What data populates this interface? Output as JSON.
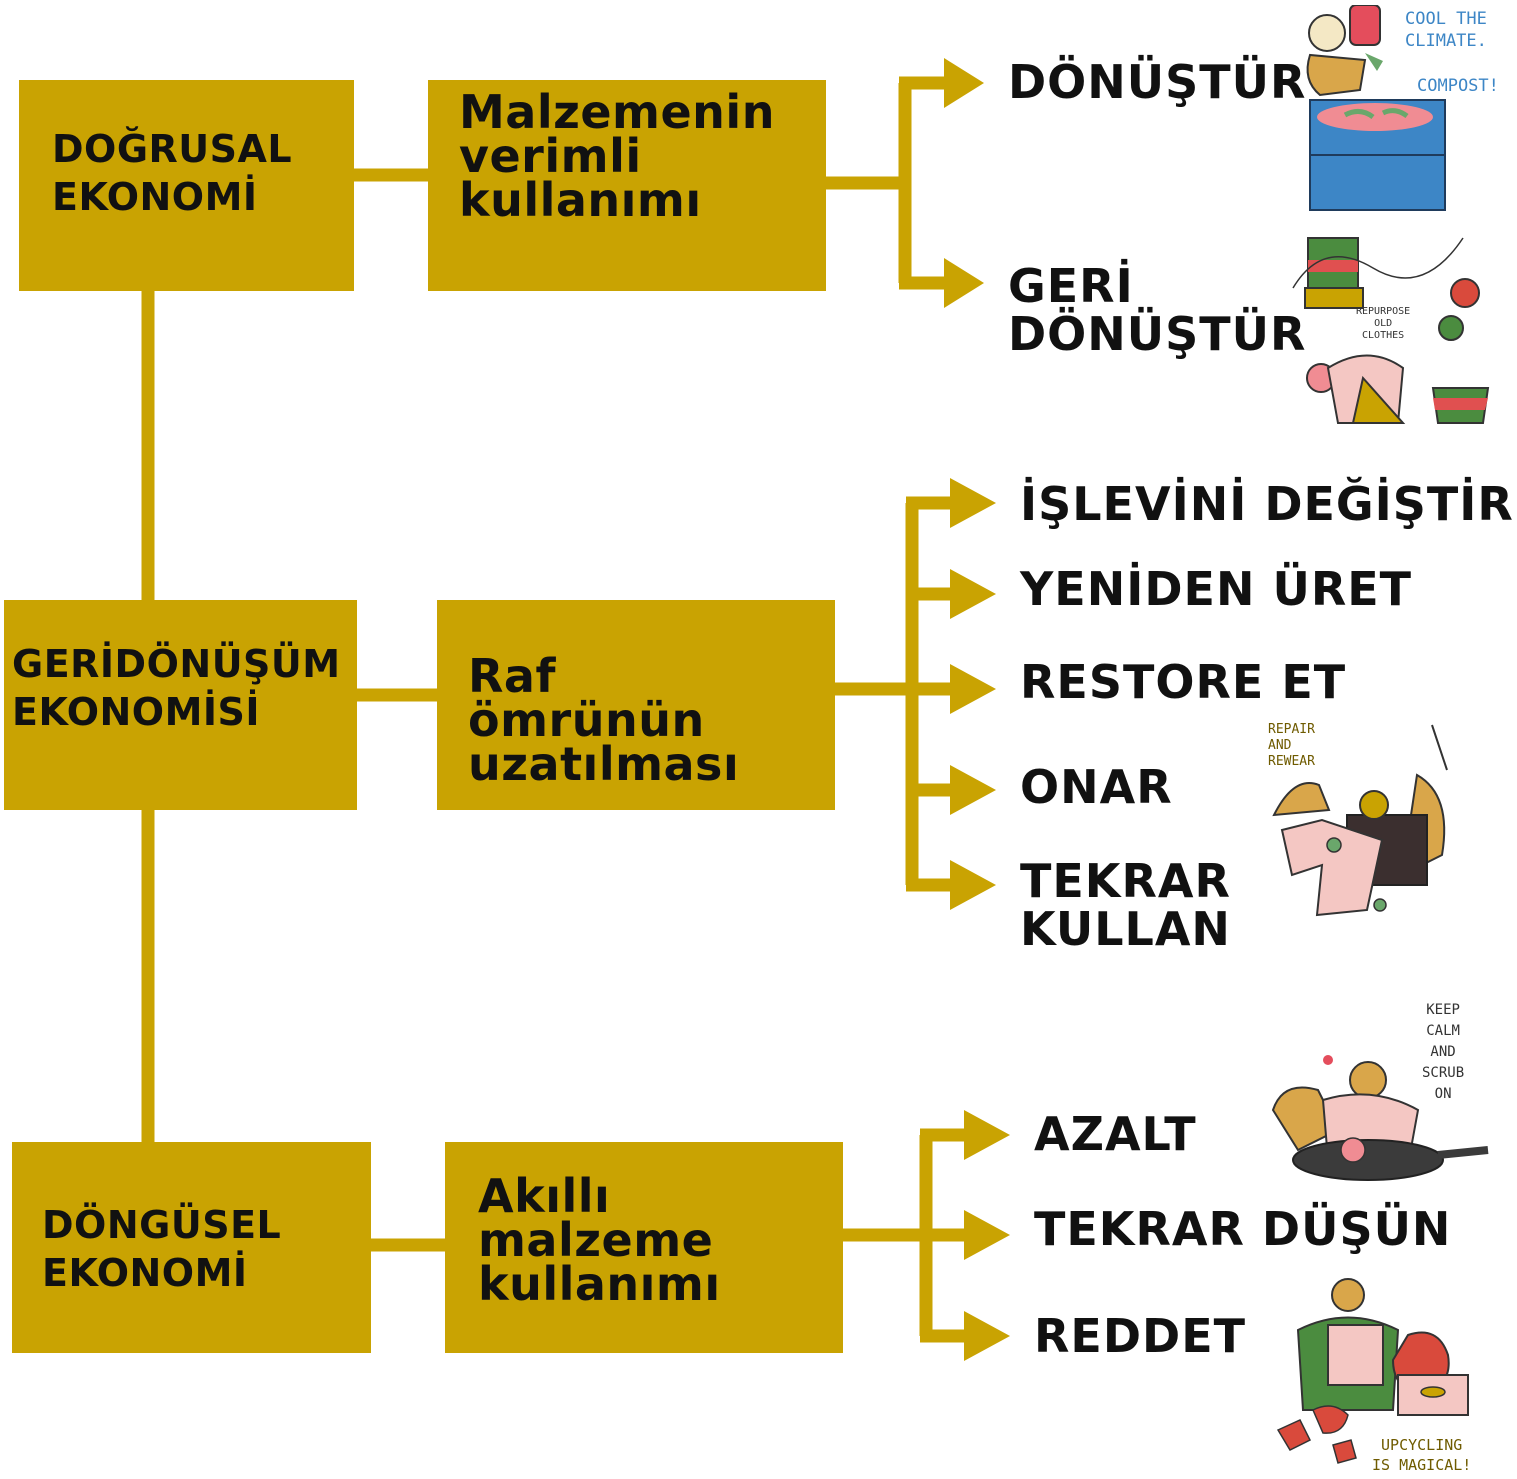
{
  "colors": {
    "box": "#c9a302",
    "connector": "#c9a302",
    "text": "#111111"
  },
  "levels": [
    {
      "economy": "DOĞRUSAL\nEKONOMİ",
      "strategy": "Malzemenin\nverimli\nkullanımı",
      "actions": [
        "DÖNÜŞTÜR",
        "GERİ\nDÖNÜŞTÜR"
      ]
    },
    {
      "economy": "GERİDÖNÜŞÜM\nEKONOMİSİ",
      "strategy": "Raf\nömrünün\nuzatılması",
      "actions": [
        "İŞLEVİNİ DEĞİŞTİR",
        "YENİDEN ÜRET",
        "RESTORE ET",
        "ONAR",
        "TEKRAR\nKULLAN"
      ]
    },
    {
      "economy": "DÖNGÜSEL\nEKONOMİ",
      "strategy": "Akıllı\nmalzeme\nkullanımı",
      "actions": [
        "AZALT",
        "TEKRAR DÜŞÜN",
        "REDDET"
      ]
    }
  ],
  "illustrations": [
    {
      "icon": "compost-bin-illustration",
      "caption": "COOL THE\nCLIMATE.",
      "caption2": "COMPOST!"
    },
    {
      "icon": "repurpose-clothes-illustration",
      "caption": "REPURPOSE\nOLD\nCLOTHES"
    },
    {
      "icon": "repair-clothes-illustration",
      "caption": "REPAIR\nAND\nREWEAR"
    },
    {
      "icon": "scrub-pan-illustration",
      "caption": "KEEP\nCALM\nAND\nSCRUB\nON"
    },
    {
      "icon": "upcycling-illustration",
      "caption": "UPCYCLING\nIS MAGICAL!"
    }
  ]
}
